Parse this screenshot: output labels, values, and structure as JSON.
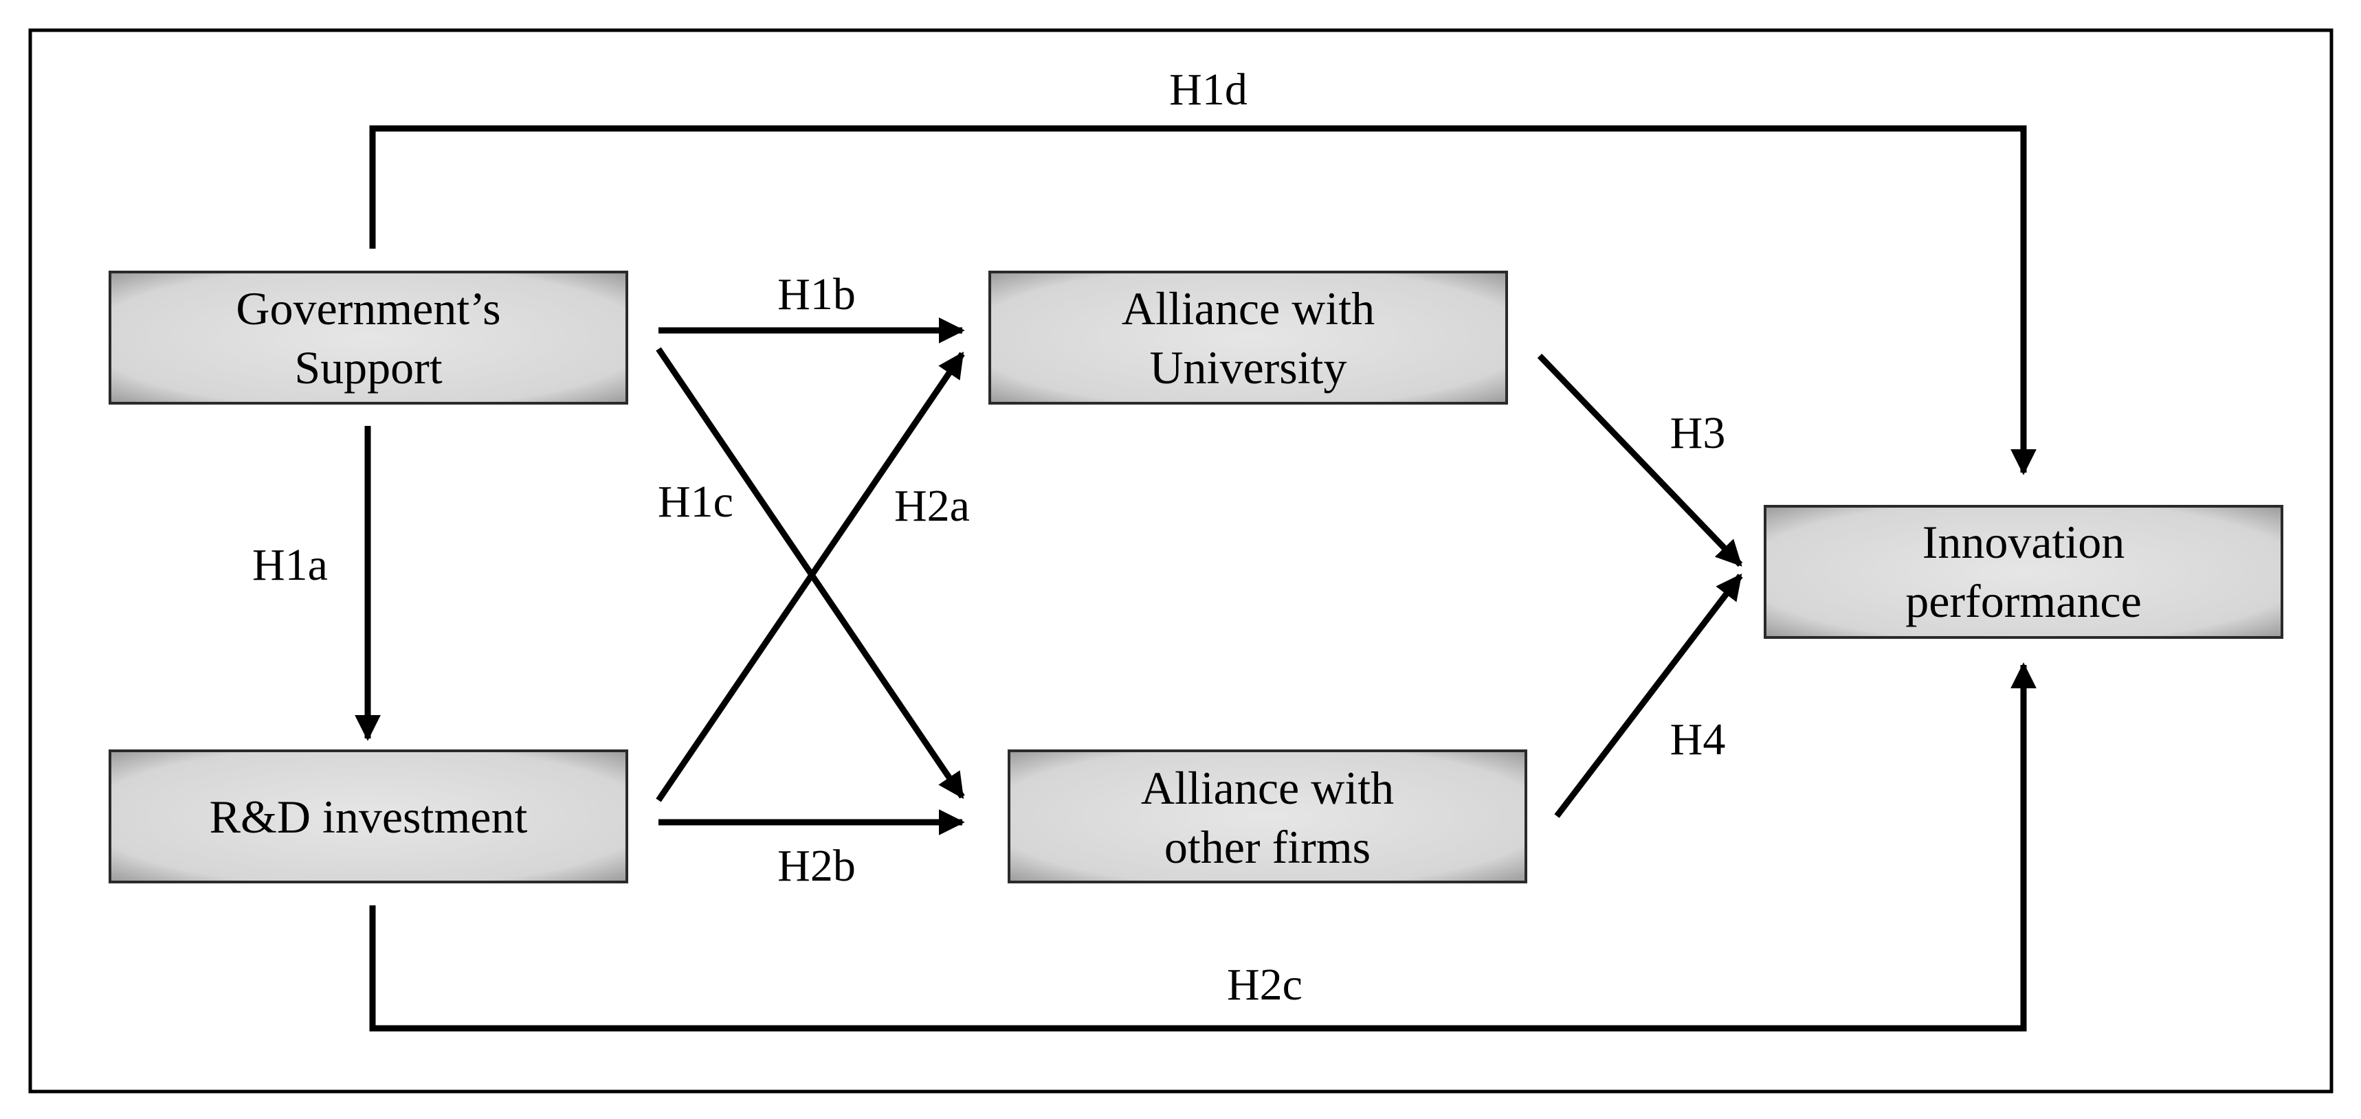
{
  "nodes": {
    "gov": {
      "lines": [
        "Government’s",
        "Support"
      ]
    },
    "rd": {
      "lines": [
        "R&D investment"
      ]
    },
    "univ": {
      "lines": [
        "Alliance with",
        "University"
      ]
    },
    "firms": {
      "lines": [
        "Alliance with",
        "other firms"
      ]
    },
    "innov": {
      "lines": [
        "Innovation",
        "performance"
      ]
    }
  },
  "edges": {
    "h1a": {
      "label": "H1a",
      "from": "Government’s Support",
      "to": "R&D investment"
    },
    "h1b": {
      "label": "H1b",
      "from": "Government’s Support",
      "to": "Alliance with University"
    },
    "h1c": {
      "label": "H1c",
      "from": "Government’s Support",
      "to": "Alliance with other firms"
    },
    "h1d": {
      "label": "H1d",
      "from": "Government’s Support",
      "to": "Innovation performance"
    },
    "h2a": {
      "label": "H2a",
      "from": "R&D investment",
      "to": "Alliance with University"
    },
    "h2b": {
      "label": "H2b",
      "from": "R&D investment",
      "to": "Alliance with other firms"
    },
    "h2c": {
      "label": "H2c",
      "from": "R&D investment",
      "to": "Innovation performance"
    },
    "h3": {
      "label": "H3",
      "from": "Alliance with University",
      "to": "Innovation performance"
    },
    "h4": {
      "label": "H4",
      "from": "Alliance with other firms",
      "to": "Innovation performance"
    }
  },
  "colors": {
    "box_fill_center": "#e4e4e4",
    "box_fill_edge": "#8a8a8a",
    "line": "#000000",
    "frame": "#000000"
  }
}
